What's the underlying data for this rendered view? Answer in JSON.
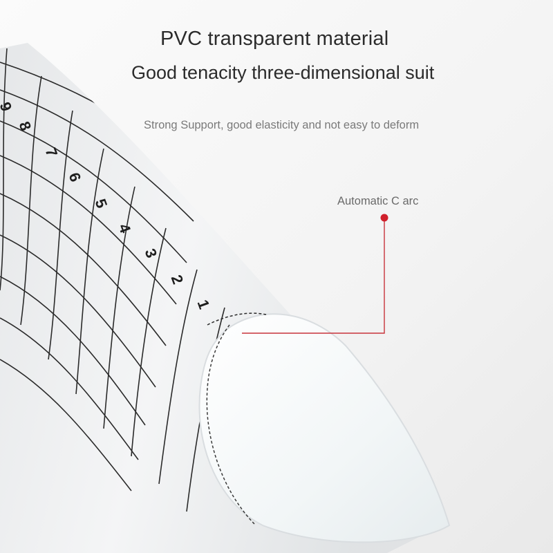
{
  "heading": "PVC transparent material",
  "subheading": "Good tenacity three-dimensional suit",
  "caption": "Strong Support, good elasticity and not easy to deform",
  "callout": "Automatic C arc",
  "size_marks": [
    "1",
    "2",
    "3",
    "4",
    "5",
    "6",
    "7",
    "8",
    "9"
  ],
  "colors": {
    "background": "#f6f6f6",
    "grid_line": "#2a2a2a",
    "callout_line": "#c8323a",
    "callout_dot": "#d0202c"
  },
  "icons": [
    "nail-form-roll",
    "callout-dot"
  ]
}
